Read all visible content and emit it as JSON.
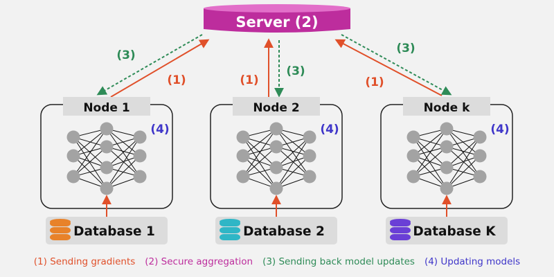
{
  "colors": {
    "background": "#f2f2f2",
    "gradients": "#e0502a",
    "aggregation": "#bd2d9d",
    "aggregation_top": "#e26fc9",
    "updates": "#2e8b57",
    "updating": "#3f36c9",
    "neuron": "#a3a3a3",
    "label_bg": "#dcdcdc",
    "db1": "#e8822a",
    "db2": "#2fb6c6",
    "dbk": "#6a3fd6"
  },
  "server": {
    "label": "Server (2)"
  },
  "arrow_labels": {
    "send": "(1)",
    "return": "(3)",
    "update": "(4)"
  },
  "nodes": [
    {
      "title": "Node 1",
      "database": "Database 1",
      "db_color": "#e8822a"
    },
    {
      "title": "Node 2",
      "database": "Database 2",
      "db_color": "#2fb6c6"
    },
    {
      "title": "Node k",
      "database": "Database K",
      "db_color": "#6a3fd6"
    }
  ],
  "legend": [
    {
      "text": "(1) Sending gradients",
      "color": "#e0502a"
    },
    {
      "text": "(2) Secure aggregation",
      "color": "#bd2d9d"
    },
    {
      "text": "(3) Sending back model updates",
      "color": "#2e8b57"
    },
    {
      "text": "(4) Updating models",
      "color": "#3f36c9"
    }
  ]
}
